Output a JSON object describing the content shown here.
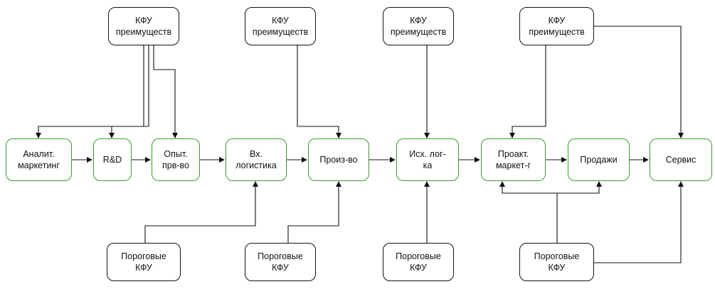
{
  "colors": {
    "green_border": "#3a9a2c",
    "black_border": "#111111",
    "arrow": "#111111"
  },
  "nodes": {
    "csf_top_1": "КФУ\nпреимуществ",
    "csf_top_2": "КФУ\nпреимуществ",
    "csf_top_3": "КФУ\nпреимуществ",
    "csf_top_4": "КФУ\nпреимуществ",
    "chain": [
      "Аналит.\nмаркетинг",
      "R&D",
      "Опыт.\nпрв-во",
      "Вх.\nлогистика",
      "Произ-во",
      "Исх. лог-\nка",
      "Проакт.\nмаркет-г",
      "Продажи",
      "Сервис"
    ],
    "threshold_1": "Пороговые\nКФУ",
    "threshold_2": "Пороговые\nКФУ",
    "threshold_3": "Пороговые\nКФУ",
    "threshold_4": "Пороговые\nКФУ"
  }
}
